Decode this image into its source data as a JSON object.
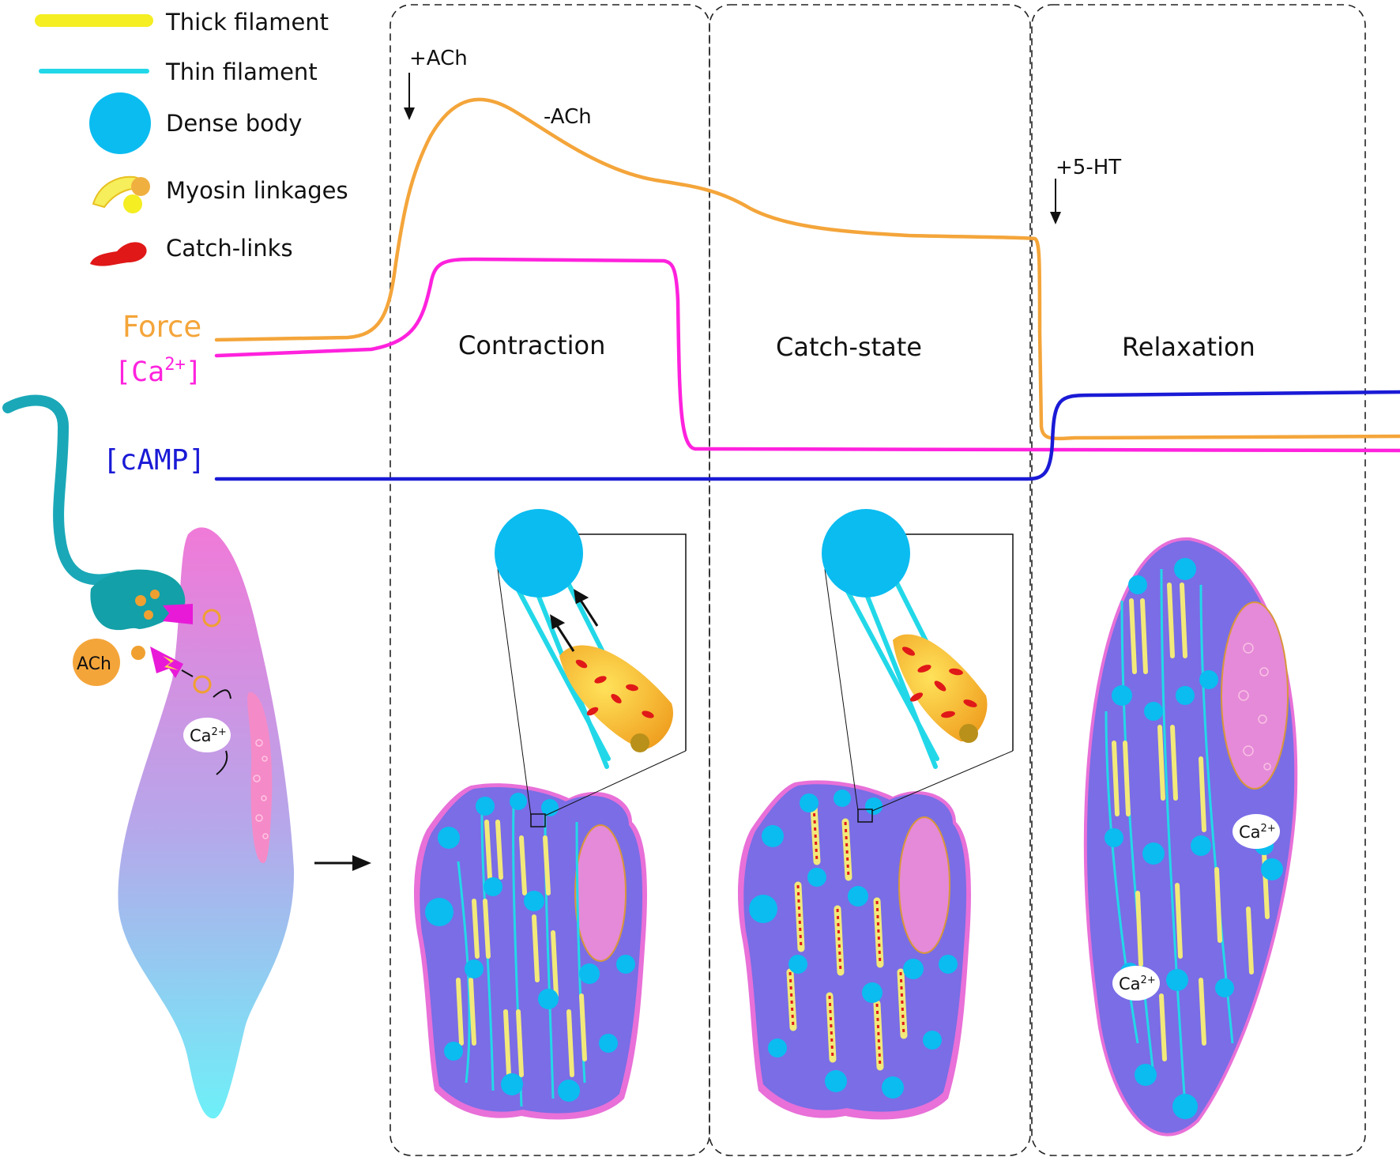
{
  "legend": {
    "thick_filament": "Thick filament",
    "thin_filament": "Thin filament",
    "dense_body": "Dense body",
    "myosin_linkages": "Myosin linkages",
    "catch_links": "Catch-links"
  },
  "traces": {
    "force": "Force",
    "ca_prefix": "[Ca",
    "ca_sup": "2+",
    "ca_suffix": "]",
    "camp": "[cAMP]"
  },
  "events": {
    "ach_on": "+ACh",
    "ach_off": "-ACh",
    "serotonin": "+5-HT"
  },
  "phases": {
    "contraction": "Contraction",
    "catch_state": "Catch-state",
    "relaxation": "Relaxation"
  },
  "cell_labels": {
    "ach": "ACh",
    "ca": "Ca",
    "ca_sup": "2+"
  },
  "colors": {
    "force": "#f4a53a",
    "calcium": "#ff22dd",
    "camp": "#1a1ad6",
    "thick_filament": "#f2e97a",
    "thin_filament": "#22d8e8",
    "dense_body": "#0bbcf0",
    "catch_link": "#e01818",
    "cell_body": "#7a6de6",
    "nerve": "#1aa8b8"
  }
}
